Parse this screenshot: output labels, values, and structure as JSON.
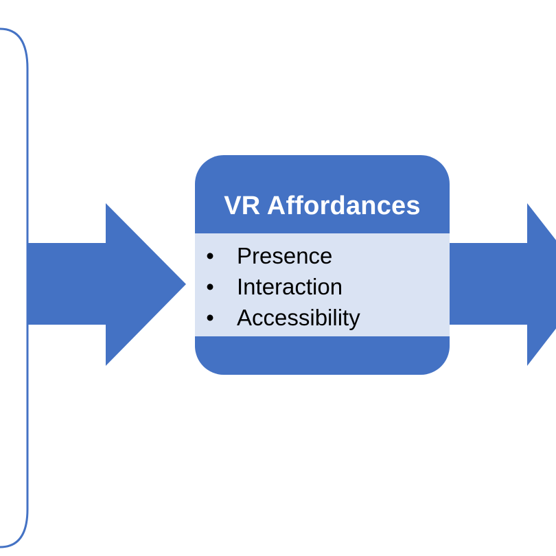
{
  "diagram": {
    "center_box": {
      "title": "VR Affordances",
      "items": [
        "Presence",
        "Interaction",
        "Accessibility"
      ],
      "bullet_glyph": "•"
    },
    "colors": {
      "primary_blue": "#4472C4",
      "light_fill": "#DAE3F3",
      "frame_stroke": "#4472C4",
      "text_dark": "#000000",
      "text_light": "#FFFFFF"
    }
  }
}
